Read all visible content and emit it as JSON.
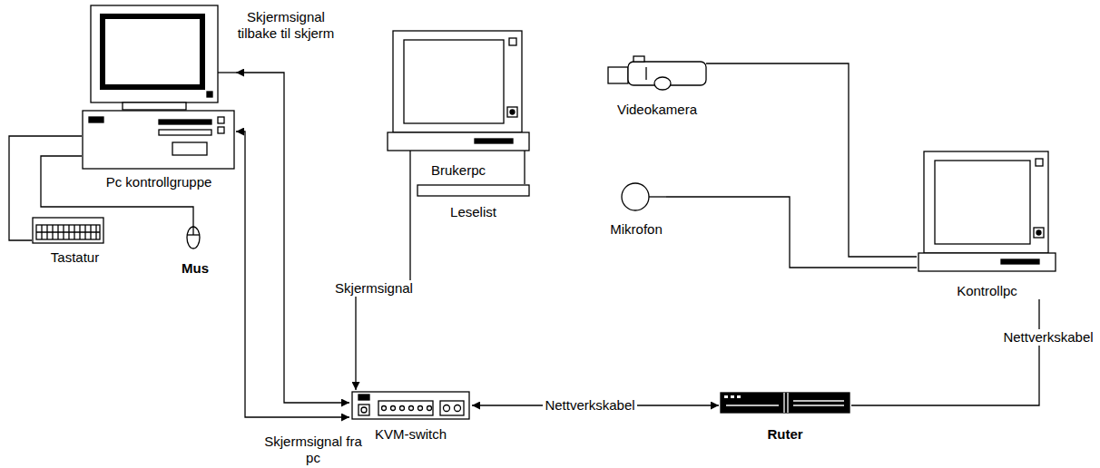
{
  "diagram": {
    "nodes": [
      {
        "text": [
          "Pc kontrollgruppe"
        ]
      },
      {
        "text": [
          "Brukerpc"
        ]
      },
      {
        "text": [
          "Videokamera"
        ]
      },
      {
        "text": [
          "Leselist"
        ]
      },
      {
        "text": [
          "Tastatur"
        ]
      },
      {
        "text": [
          "Mus"
        ]
      },
      {
        "text": [
          "Mikrofon"
        ]
      },
      {
        "text": [
          "Kontrollpc"
        ]
      },
      {
        "text": [
          "KVM-switch"
        ]
      },
      {
        "text": [
          "Ruter"
        ]
      }
    ],
    "edges": [
      {
        "from": 4,
        "to": 0,
        "arrow": "none"
      },
      {
        "from": 5,
        "to": 0,
        "arrow": "none"
      },
      {
        "from": 0,
        "to": 8,
        "label": "Skjermsignal fra pc",
        "arrow": "both"
      },
      {
        "from": 8,
        "to": 0,
        "label": "Skjermsignal tilbake til skjerm",
        "arrow": "both"
      },
      {
        "from": 1,
        "to": 8,
        "label": "Skjermsignal",
        "arrow": "to"
      },
      {
        "from": 1,
        "to": 3,
        "arrow": "none"
      },
      {
        "from": 8,
        "to": 9,
        "label": "Nettverkskabel",
        "arrow": "both"
      },
      {
        "from": 9,
        "to": 7,
        "label": "Nettverkskabel",
        "arrow": "none"
      },
      {
        "from": 2,
        "to": 7,
        "arrow": "none"
      },
      {
        "from": 6,
        "to": 7,
        "arrow": "none"
      }
    ]
  }
}
